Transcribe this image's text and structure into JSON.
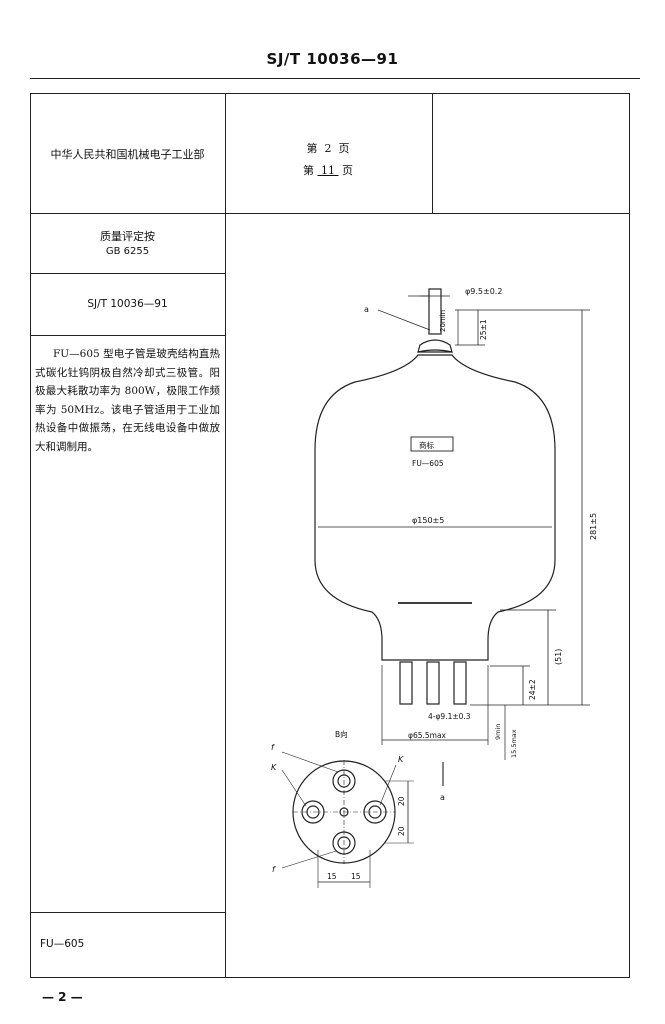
{
  "header": {
    "standard_code": "SJ/T 10036—91"
  },
  "left_column": {
    "ministry": "中华人民共和国机械电子工业部",
    "quality_standard_label": "质量评定按",
    "quality_standard_code": "GB 6255",
    "standard_number": "SJ/T 10036—91",
    "description": "FU—605 型电子管是玻壳结构直热式碳化钍钨阴极自然冷却式三极管。阳极最大耗散功率为 800W，极限工作频率为 50MHz。该电子管适用于工业加热设备中做振荡，在无线电设备中做放大和调制用。",
    "model": "FU—605"
  },
  "page_info": {
    "page_label_prefix": "第",
    "page_number": "2",
    "page_label_suffix": "页",
    "total_label_prefix": "第",
    "total_pages": "11",
    "total_label_suffix": "页"
  },
  "drawing": {
    "labels": {
      "a_top": "a",
      "top_dia": "φ9.5±0.2",
      "dim_20": "20min",
      "dim_25": "25±1",
      "logo_mark": "商标",
      "tube_model": "FU—605",
      "bulb_dia": "φ150±5",
      "overall_height": "281±5",
      "base_51": "(51)",
      "pin_len": "24±2",
      "pin_dia": "4-φ9.1±0.3",
      "base_dia": "φ65.5max",
      "dim_9": "9min",
      "dim_15_5": "15.5max",
      "view_label": "B向",
      "a_side": "a",
      "pin_f_top": "f",
      "pin_k_left": "K",
      "pin_k_right": "K",
      "pin_f_bottom": "f",
      "dim_20_upper": "20",
      "dim_20_lower": "20",
      "dim_15_left": "15",
      "dim_15_right": "15"
    }
  },
  "footer": {
    "page_number": "— 2 —"
  }
}
